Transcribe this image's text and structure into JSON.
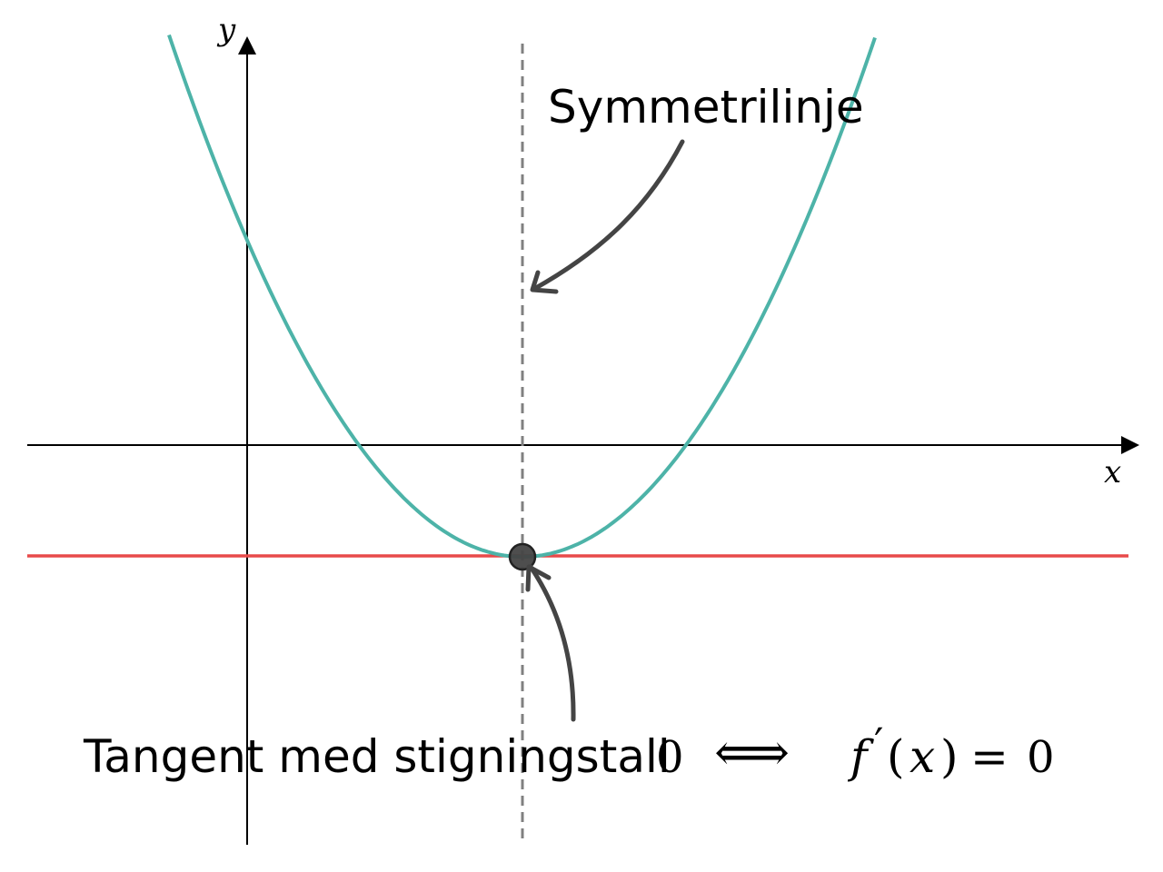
{
  "axes": {
    "x_label": "x",
    "y_label": "y"
  },
  "annotations": {
    "symmetry_line": "Symmetrilinje",
    "tangent_text": "Tangent med stigningstall",
    "tangent_zero": "0",
    "iff_symbol": "⟺",
    "derivative_f": "f",
    "derivative_prime": "′",
    "derivative_open": "(",
    "derivative_x": "x",
    "derivative_close": ")",
    "derivative_eq": "=",
    "derivative_zero": "0"
  },
  "colors": {
    "curve": "#4db3a8",
    "tangent": "#e84a4a",
    "symmetry": "#808080",
    "arrow": "#444444",
    "axis": "#000000",
    "vertex_point": "#444444"
  }
}
